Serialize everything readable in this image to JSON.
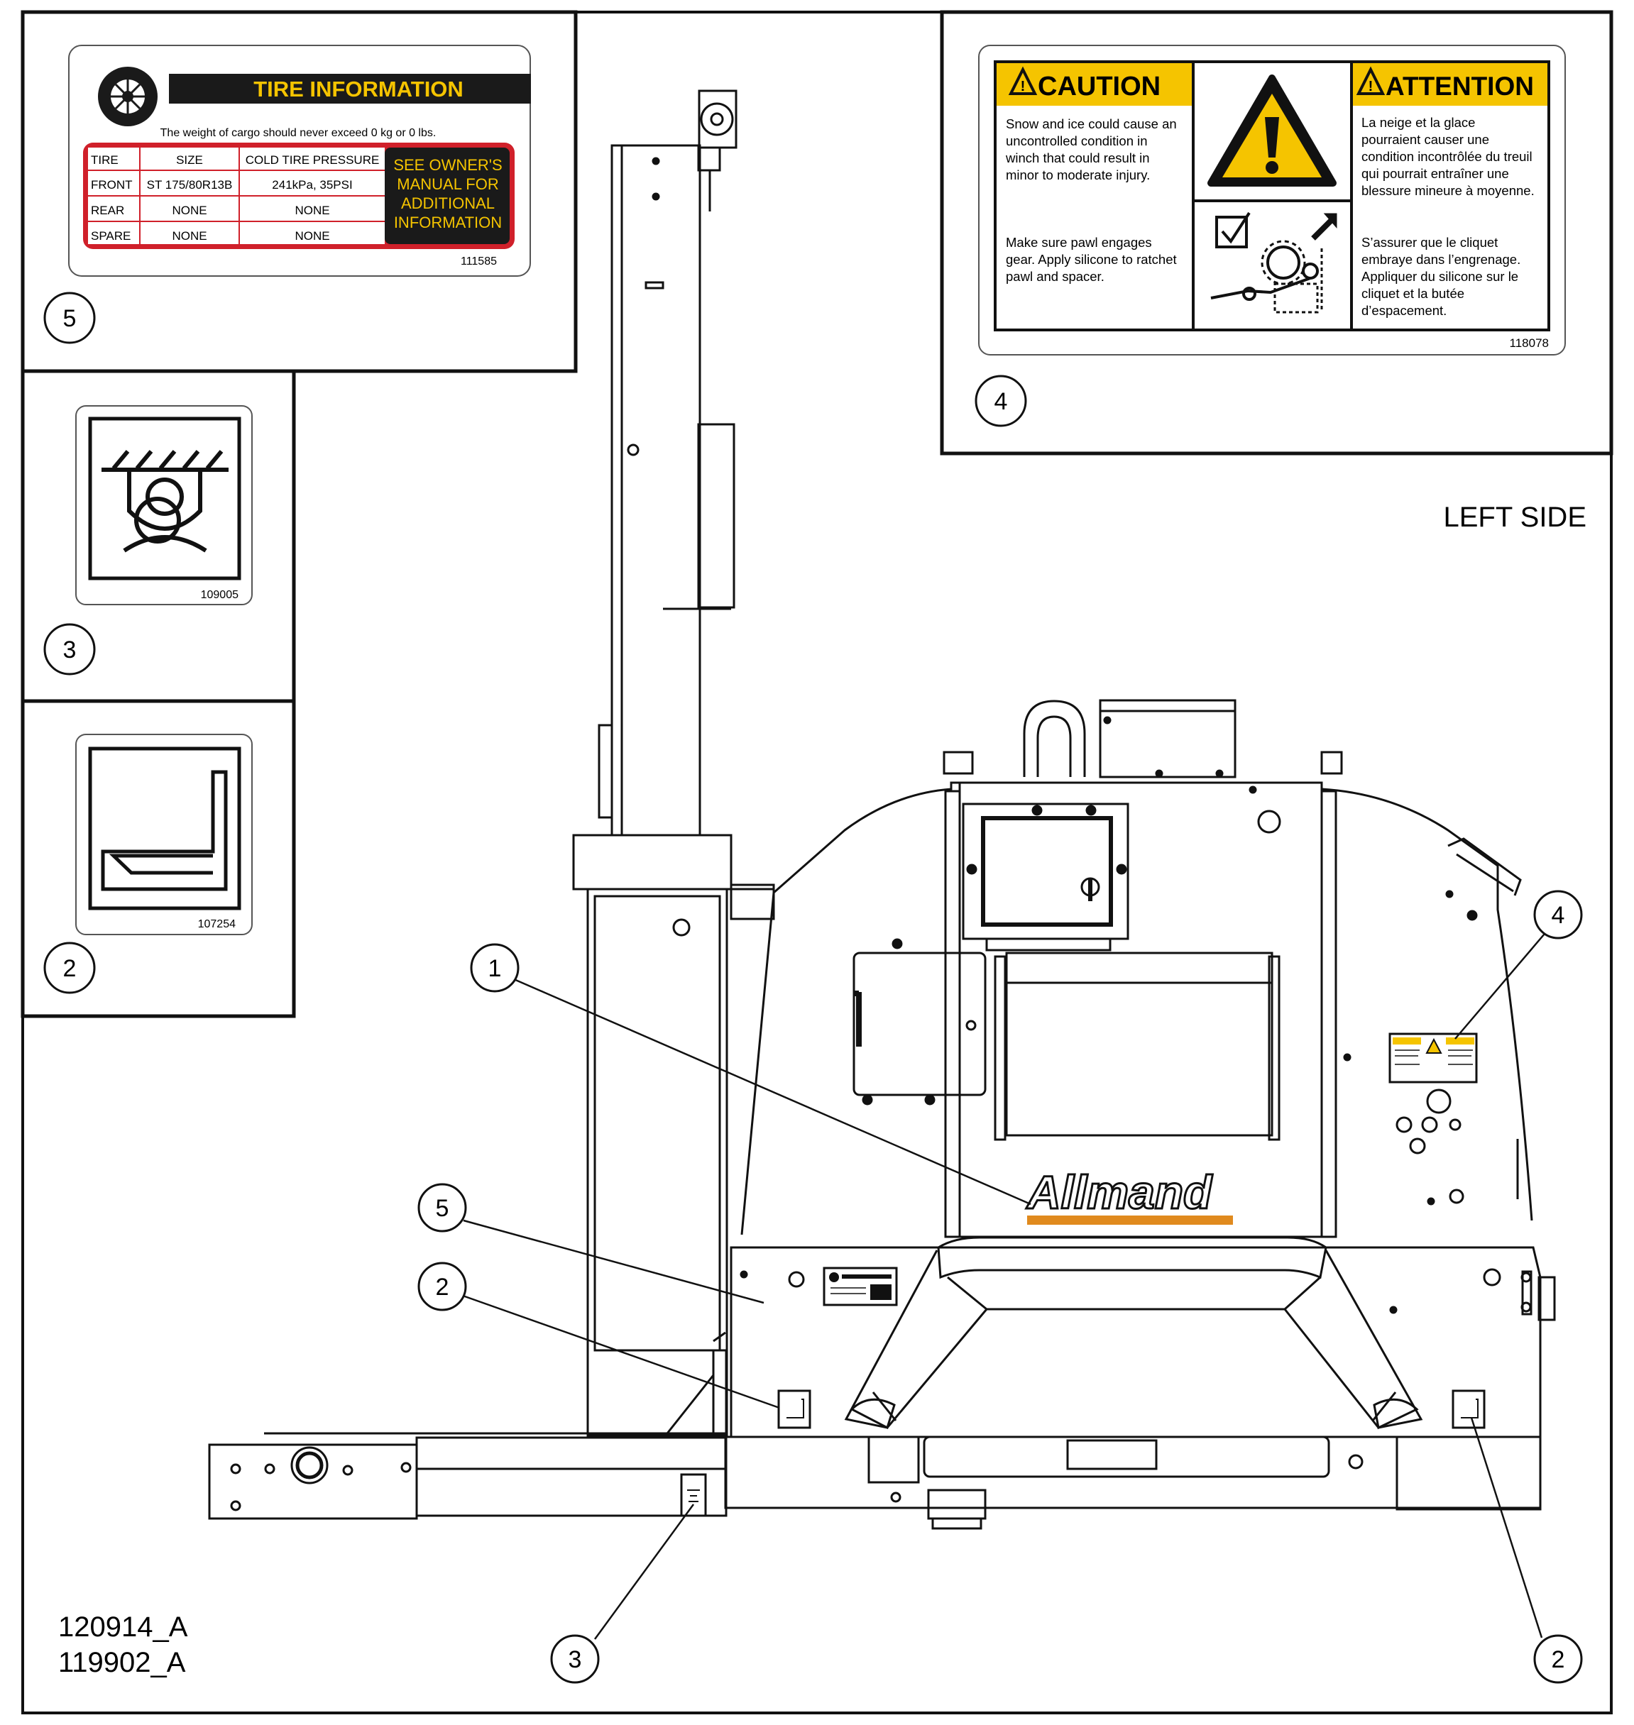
{
  "view_label": "LEFT SIDE",
  "drawing_numbers": [
    "120914_A",
    "119902_A"
  ],
  "brand_logo_text": "Allmand",
  "callouts": [
    {
      "num": "1",
      "target": "brand-logo"
    },
    {
      "num": "2",
      "target": "decal-107254-front"
    },
    {
      "num": "2",
      "target": "decal-107254-rear"
    },
    {
      "num": "3",
      "target": "decal-109005"
    },
    {
      "num": "4",
      "target": "decal-118078"
    },
    {
      "num": "5",
      "target": "decal-111585"
    }
  ],
  "tire_label": {
    "panel_number": "5",
    "title": "TIRE INFORMATION",
    "warning": "The weight of cargo should never exceed 0 kg or 0 lbs.",
    "headers": [
      "TIRE",
      "SIZE",
      "COLD TIRE PRESSURE"
    ],
    "rows": [
      [
        "FRONT",
        "ST 175/80R13B",
        "241kPa, 35PSI"
      ],
      [
        "REAR",
        "NONE",
        "NONE"
      ],
      [
        "SPARE",
        "NONE",
        "NONE"
      ]
    ],
    "see_manual": [
      "SEE OWNER'S",
      "MANUAL FOR",
      "ADDITIONAL",
      "INFORMATION"
    ],
    "part_number": "111585"
  },
  "lift_label": {
    "panel_number": "3",
    "part_number": "109005"
  },
  "forklift_label": {
    "panel_number": "2",
    "part_number": "107254"
  },
  "caution_label": {
    "panel_number": "4",
    "caution_title": "CAUTION",
    "attention_title": "ATTENTION",
    "en_hazard": [
      "Snow and ice could cause an",
      "uncontrolled condition in",
      "winch that could result in",
      "minor to moderate injury."
    ],
    "en_action": [
      "Make sure pawl engages",
      "gear. Apply silicone to ratchet",
      "pawl and spacer."
    ],
    "fr_hazard": [
      "La neige et la glace",
      "pourraient causer une",
      "condition incontrôlée du treuil",
      "qui pourrait entraîner une",
      "blessure mineure à moyenne."
    ],
    "fr_action": [
      "S’assurer que le cliquet",
      "embraye dans l’engrenage.",
      "Appliquer du silicone sur le",
      "cliquet et la butée",
      "d’espacement."
    ],
    "part_number": "118078"
  },
  "colors": {
    "caution_yellow": "#f5c400",
    "label_red": "#d0202a",
    "logo_orange": "#e08a1e",
    "label_black": "#1a1a1a"
  }
}
